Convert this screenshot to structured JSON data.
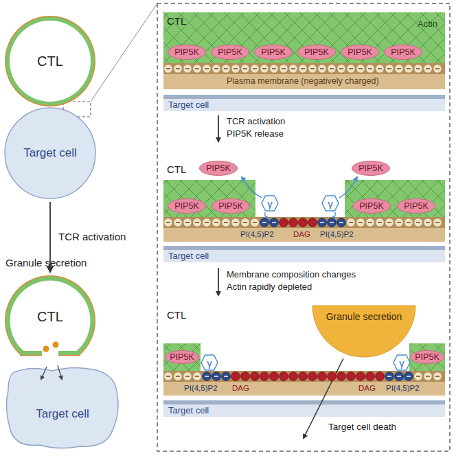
{
  "diagram": {
    "nodes": [
      {
        "text": [
          "CTL"
        ]
      },
      {
        "text": [
          "Target cell"
        ]
      },
      {
        "text": [
          "CTL"
        ]
      },
      {
        "text": [
          "Target cell"
        ]
      },
      {
        "text": [
          "PIP5K"
        ]
      },
      {
        "text": [
          "PIP5K"
        ]
      },
      {
        "text": [
          "PIP5K"
        ]
      },
      {
        "text": [
          "PIP5K"
        ]
      },
      {
        "text": [
          "PIP5K"
        ]
      },
      {
        "text": [
          "PIP5K"
        ]
      },
      {
        "text": [
          "PIP5K"
        ]
      },
      {
        "text": [
          "PIP5K"
        ]
      },
      {
        "text": [
          "PIP5K"
        ]
      },
      {
        "text": [
          "PIP5K"
        ]
      },
      {
        "text": [
          "γ"
        ]
      },
      {
        "text": [
          "γ"
        ]
      },
      {
        "text": [
          "PIP5K"
        ]
      },
      {
        "text": [
          "PIP5K"
        ]
      },
      {
        "text": [
          "Granule secretion"
        ]
      },
      {
        "text": [
          "PIP5K"
        ]
      },
      {
        "text": [
          "γ"
        ]
      },
      {
        "text": [
          "γ"
        ]
      },
      {
        "text": [
          "PIP5K"
        ]
      }
    ],
    "edges": [
      {
        "from": 1,
        "to": 2,
        "arrow": "to",
        "label": "TCR activation"
      }
    ],
    "labels": [
      "CTL",
      "Actin",
      "Plasma membrane (negatively charged)",
      "Target cell",
      "TCR activation",
      "PIP5K release",
      "CTL",
      "PI(4,5)P2",
      "DAG",
      "PI(4,5)P2",
      "Target cell",
      "Membrane composition changes",
      "Actin rapidly depleted",
      "CTL",
      "PI(4,5)P2",
      "DAG",
      "DAG",
      "PI(4,5)P2",
      "Target cell",
      "Target cell death",
      "Granule secretion"
    ]
  }
}
